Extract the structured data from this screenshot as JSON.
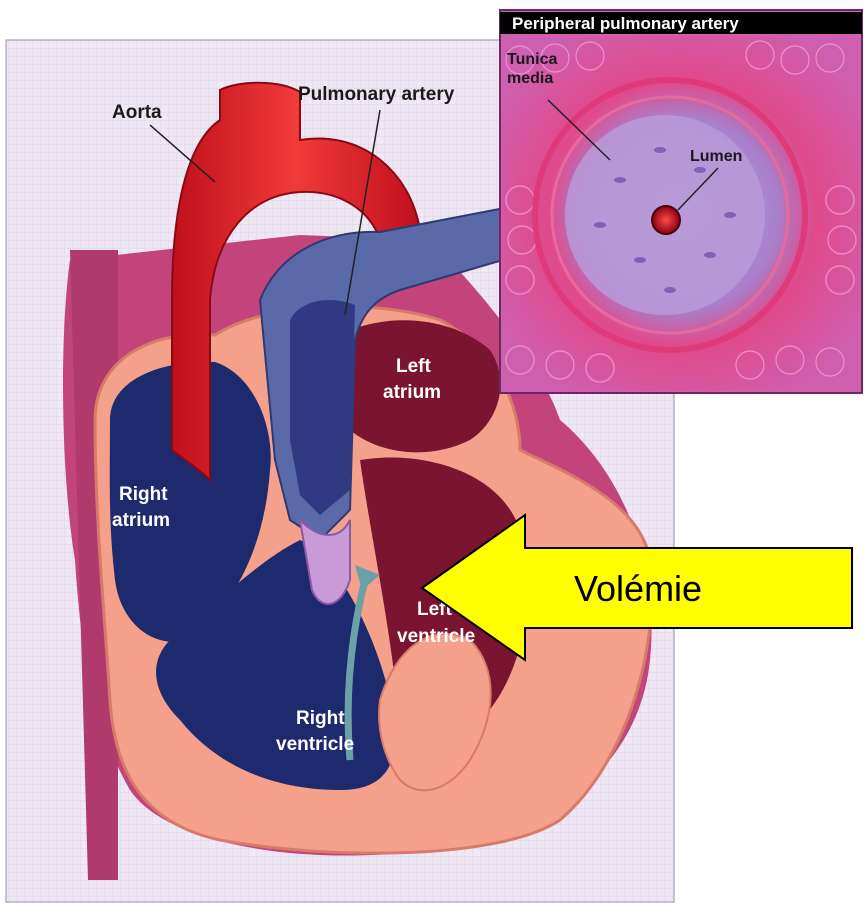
{
  "figure": {
    "labels": {
      "aorta": "Aorta",
      "pulmonary_artery": "Pulmonary artery",
      "left_atrium_1": "Left",
      "left_atrium_2": "atrium",
      "right_atrium_1": "Right",
      "right_atrium_2": "atrium",
      "left_ventricle_1": "Left",
      "left_ventricle_2": "ventricle",
      "right_ventricle_1": "Right",
      "right_ventricle_2": "ventricle"
    },
    "inset": {
      "title": "Peripheral pulmonary  artery",
      "tunica_1": "Tunica",
      "tunica_2": "media",
      "lumen": "Lumen"
    },
    "callout": "Volémie"
  },
  "colors": {
    "background_grid": "#ede6f2",
    "pericardium": "#c2447a",
    "myocardium": "#f4a08a",
    "right_chambers": "#1e2a6e",
    "left_chambers": "#7a1430",
    "aorta": "#e0202a",
    "pulmonary": "#5a6aa8",
    "arrow_fill": "#ffff00",
    "inset_tissue": "#d55aa8"
  }
}
